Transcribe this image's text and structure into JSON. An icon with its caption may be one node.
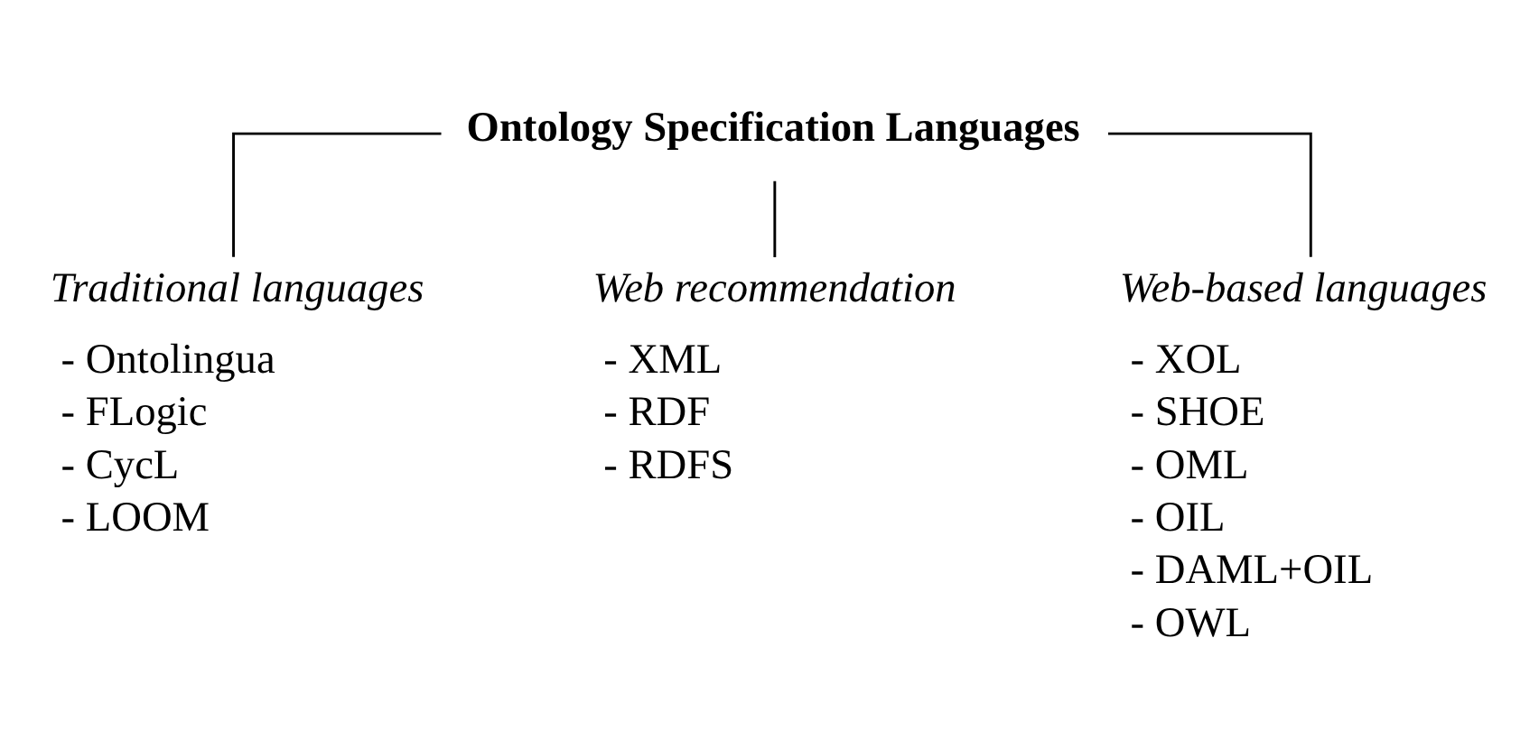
{
  "diagram": {
    "nodes": [
      {
        "text": [
          "Ontology Specification Languages"
        ]
      },
      {
        "text": [
          "Traditional languages"
        ],
        "beside": [
          "- Ontolingua",
          "- FLogic",
          "- CycL",
          "- LOOM"
        ]
      },
      {
        "text": [
          "Web recommendation"
        ],
        "beside": [
          "- XML",
          "- RDF",
          "- RDFS"
        ]
      },
      {
        "text": [
          "Web-based languages"
        ],
        "beside": [
          "- XOL",
          "- SHOE",
          "- OML",
          "- OIL",
          "- DAML+OIL",
          "- OWL"
        ]
      }
    ],
    "edges": [
      {
        "from": 0,
        "to": 1,
        "arrow": "none"
      },
      {
        "from": 0,
        "to": 2,
        "arrow": "none"
      },
      {
        "from": 0,
        "to": 3,
        "arrow": "none"
      }
    ]
  }
}
